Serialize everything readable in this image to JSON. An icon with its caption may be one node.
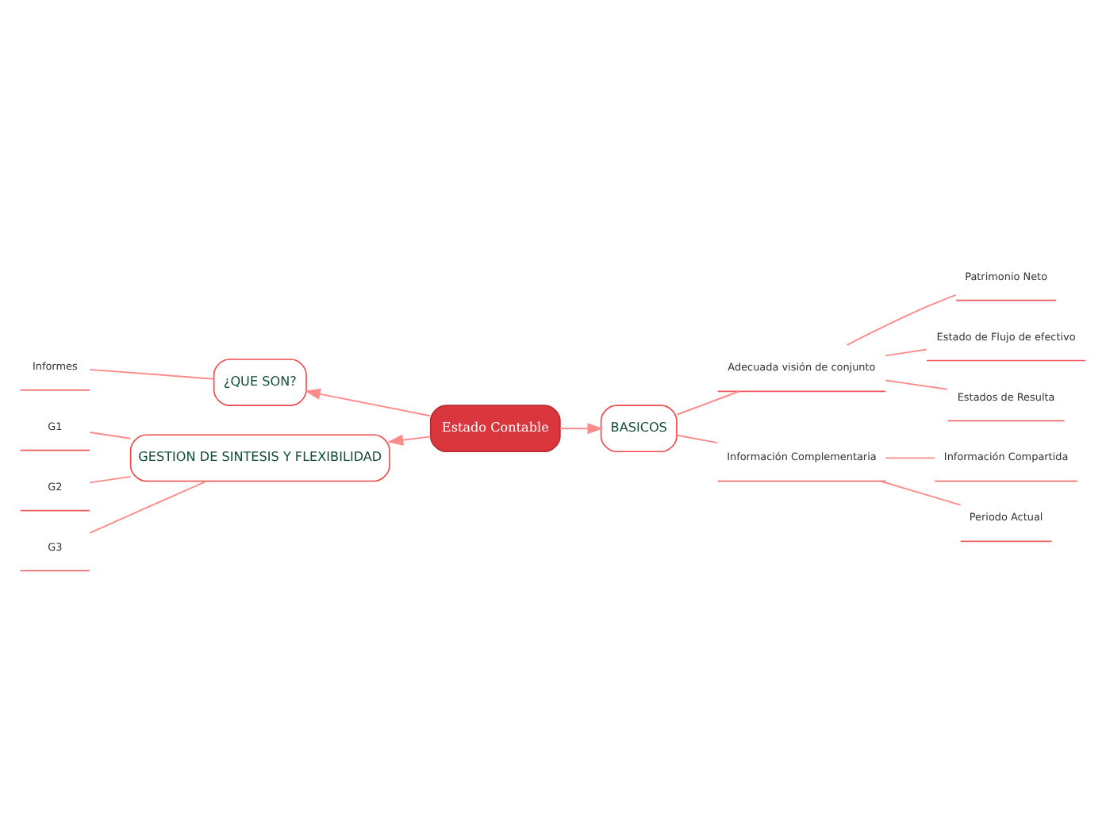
{
  "diagram": {
    "nodes": [
      {
        "text": [
          "Estado Contable"
        ]
      },
      {
        "text": [
          "BASICOS"
        ]
      },
      {
        "text": [
          "¿QUE SON?"
        ]
      },
      {
        "text": [
          "GESTION DE SINTESIS Y FLEXIBILIDAD"
        ]
      },
      {
        "text": [
          "Informes"
        ]
      },
      {
        "text": [
          "G1"
        ]
      },
      {
        "text": [
          "G2"
        ]
      },
      {
        "text": [
          "G3"
        ]
      },
      {
        "text": [
          "Adecuada visión de conjunto"
        ]
      },
      {
        "text": [
          "Información Complementaria"
        ]
      },
      {
        "text": [
          "Patrimonio Neto"
        ]
      },
      {
        "text": [
          "Estado de Flujo de efectivo"
        ]
      },
      {
        "text": [
          "Estados de Resulta"
        ]
      },
      {
        "text": [
          "Información Compartida"
        ]
      },
      {
        "text": [
          "Periodo Actual"
        ]
      }
    ],
    "edges": [
      {
        "from": 0,
        "to": 1,
        "arrow": "to"
      },
      {
        "from": 0,
        "to": 2,
        "arrow": "to"
      },
      {
        "from": 0,
        "to": 3,
        "arrow": "to"
      },
      {
        "from": 2,
        "to": 4,
        "arrow": "none"
      },
      {
        "from": 3,
        "to": 5,
        "arrow": "none"
      },
      {
        "from": 3,
        "to": 6,
        "arrow": "none"
      },
      {
        "from": 3,
        "to": 7,
        "arrow": "none"
      },
      {
        "from": 1,
        "to": 8,
        "arrow": "none"
      },
      {
        "from": 1,
        "to": 9,
        "arrow": "none"
      },
      {
        "from": 8,
        "to": 10,
        "arrow": "none"
      },
      {
        "from": 8,
        "to": 11,
        "arrow": "none"
      },
      {
        "from": 8,
        "to": 12,
        "arrow": "none"
      },
      {
        "from": 9,
        "to": 13,
        "arrow": "none"
      },
      {
        "from": 9,
        "to": 14,
        "arrow": "none"
      }
    ]
  }
}
